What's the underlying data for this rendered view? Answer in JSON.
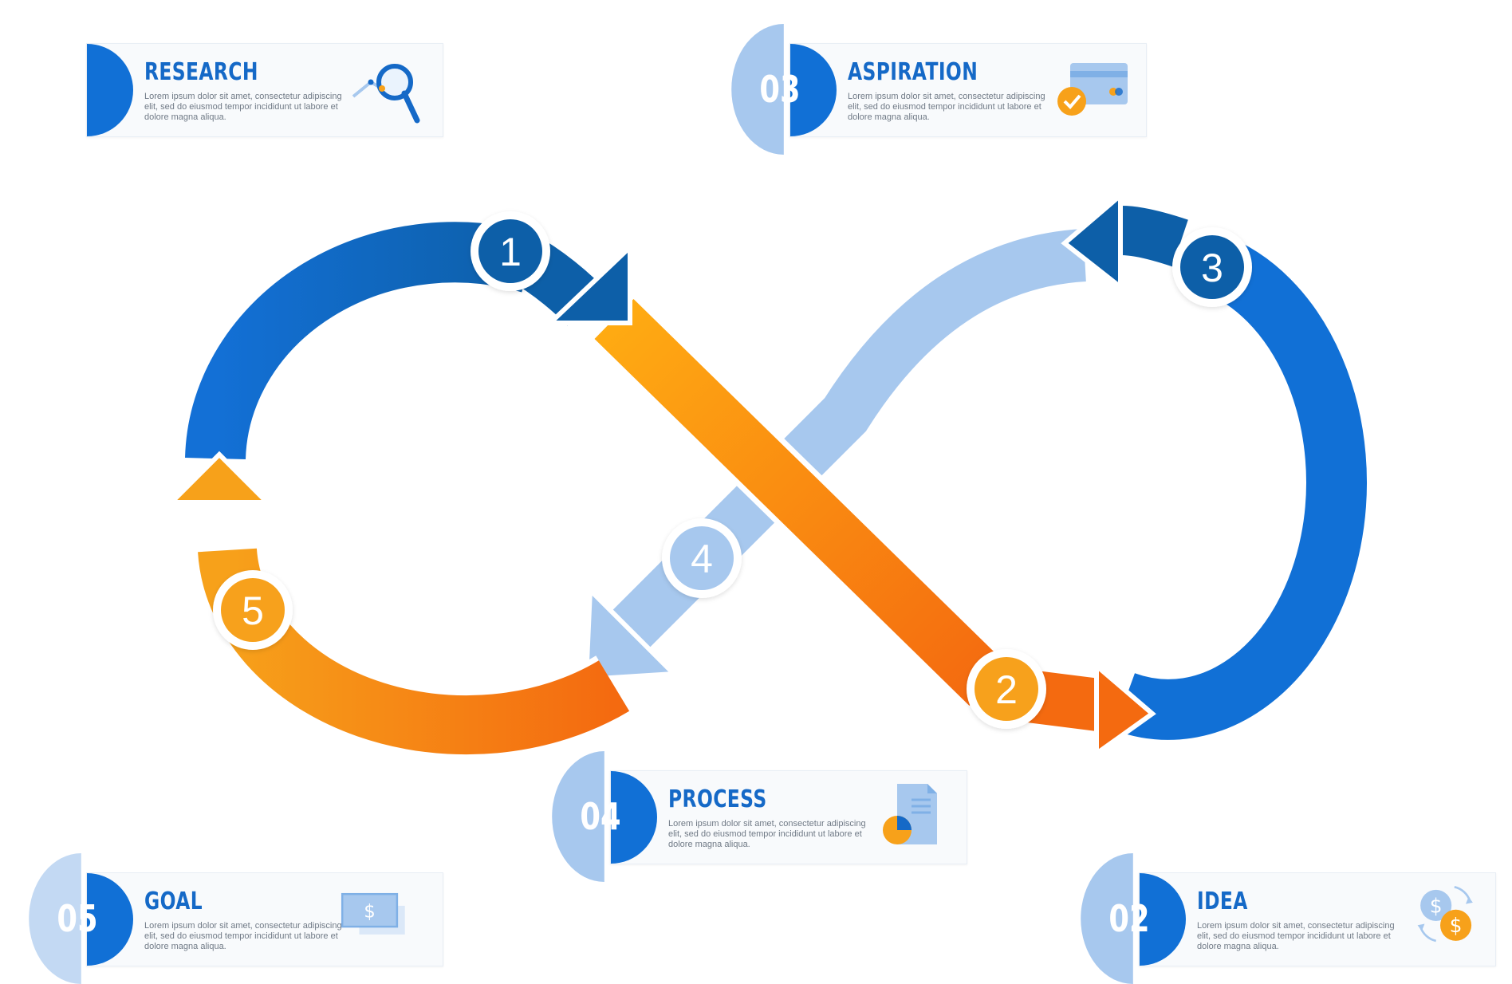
{
  "loop": {
    "markers": [
      "1",
      "2",
      "3",
      "4",
      "5"
    ]
  },
  "cards": {
    "research": {
      "title": "RESEARCH",
      "text": "Lorem ipsum dolor sit amet, consectetur adipiscing elit, sed do eiusmod tempor incididunt ut labore et dolore magna aliqua.",
      "icon": "magnifier-chart-icon"
    },
    "aspiration": {
      "number": "03",
      "title": "ASPIRATION",
      "text": "Lorem ipsum dolor sit amet, consectetur adipiscing elit, sed do eiusmod tempor incididunt ut labore et dolore magna aliqua.",
      "icon": "credit-card-check-icon"
    },
    "process": {
      "number": "04",
      "title": "PROCESS",
      "text": "Lorem ipsum dolor sit amet, consectetur adipiscing elit, sed do eiusmod tempor incididunt ut labore et dolore magna aliqua.",
      "icon": "document-pie-icon"
    },
    "goal": {
      "number": "05",
      "title": "GOAL",
      "text": "Lorem ipsum dolor sit amet, consectetur adipiscing elit, sed do eiusmod tempor incididunt ut labore et dolore magna aliqua.",
      "icon": "banknote-icon"
    },
    "idea": {
      "number": "02",
      "title": "IDEA",
      "text": "Lorem ipsum dolor sit amet, consectetur adipiscing elit, sed do eiusmod tempor incididunt ut labore et dolore magna aliqua.",
      "icon": "currency-exchange-icon"
    }
  },
  "colors": {
    "blue_dark": "#0d5fa8",
    "blue": "#1170d6",
    "blue_light": "#a7c8ee",
    "orange": "#f7a11a",
    "orange_dark": "#f2670f",
    "text_gray": "#707a86"
  }
}
